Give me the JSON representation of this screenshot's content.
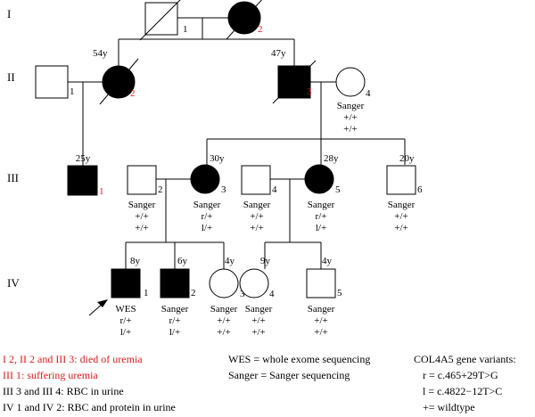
{
  "generations": [
    "I",
    "II",
    "III",
    "IV"
  ],
  "colors": {
    "affected": "#000000",
    "unaffected": "#ffffff",
    "highlight": "#d62020"
  },
  "individuals": {
    "I1": {
      "number": "1",
      "sex": "male",
      "affected": false,
      "deceased": true
    },
    "I2": {
      "number": "2",
      "sex": "female",
      "affected": true,
      "deceased": true,
      "number_color": "red"
    },
    "II1": {
      "number": "1",
      "sex": "male",
      "affected": false
    },
    "II2": {
      "number": "2",
      "sex": "female",
      "affected": true,
      "deceased": true,
      "age": "54y",
      "number_color": "red"
    },
    "II3": {
      "number": "3",
      "sex": "male",
      "affected": true,
      "deceased": true,
      "age": "47y",
      "number_color": "red"
    },
    "II4": {
      "number": "4",
      "sex": "female",
      "affected": false,
      "test": "Sanger",
      "gt1": "+/+",
      "gt2": "+/+"
    },
    "III1": {
      "number": "1",
      "sex": "male",
      "affected": true,
      "age": "25y",
      "number_color": "red"
    },
    "III2": {
      "number": "2",
      "sex": "male",
      "affected": false,
      "test": "Sanger",
      "gt1": "+/+",
      "gt2": "+/+"
    },
    "III3": {
      "number": "3",
      "sex": "female",
      "affected": true,
      "age": "30y",
      "test": "Sanger",
      "gt1": "r/+",
      "gt2": "l/+"
    },
    "III4": {
      "number": "4",
      "sex": "male",
      "affected": false,
      "test": "Sanger",
      "gt1": "+/+",
      "gt2": "+/+"
    },
    "III5": {
      "number": "5",
      "sex": "female",
      "affected": true,
      "age": "28y",
      "test": "Sanger",
      "gt1": "r/+",
      "gt2": "l/+"
    },
    "III6": {
      "number": "6",
      "sex": "male",
      "affected": false,
      "age": "20y",
      "test": "Sanger",
      "gt1": "+/+",
      "gt2": "+/+"
    },
    "IV1": {
      "number": "1",
      "sex": "male",
      "affected": true,
      "proband": true,
      "age": "8y",
      "test": "WES",
      "gt1": "r/+",
      "gt2": "l/+"
    },
    "IV2": {
      "number": "2",
      "sex": "male",
      "affected": true,
      "age": "6y",
      "test": "Sanger",
      "gt1": "r/+",
      "gt2": "l/+"
    },
    "IV3": {
      "number": "3",
      "sex": "female",
      "affected": false,
      "age": "4y",
      "test": "Sanger",
      "gt1": "+/+",
      "gt2": "+/+"
    },
    "IV4": {
      "number": "4",
      "sex": "female",
      "affected": false,
      "age": "9y",
      "test": "Sanger",
      "gt1": "+/+",
      "gt2": "+/+"
    },
    "IV5": {
      "number": "5",
      "sex": "male",
      "affected": false,
      "age": "4y",
      "test": "Sanger",
      "gt1": "+/+",
      "gt2": "+/+"
    }
  },
  "legend": {
    "left": [
      {
        "text": "I 2, II 2 and III 3: died of uremia",
        "color": "red"
      },
      {
        "text": "III 1: suffering uremia",
        "color": "red"
      },
      {
        "text": "III 3 and III 4: RBC in urine",
        "color": "black"
      },
      {
        "text": "IV 1 and IV 2: RBC and protein in urine",
        "color": "black"
      }
    ],
    "middle": [
      "WES = whole exome sequencing",
      "Sanger = Sanger sequencing"
    ],
    "right": [
      "COL4A5 gene variants:",
      "r = c.465+29T>G",
      "l = c.4822−12T>C",
      "+= wildtype"
    ]
  }
}
